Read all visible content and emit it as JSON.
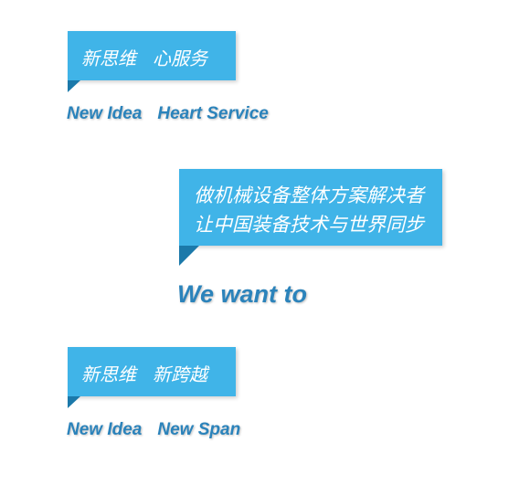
{
  "block1": {
    "cn_a": "新思维",
    "cn_b": "心服务",
    "en_a": "New Idea",
    "en_b": "Heart Service"
  },
  "block2": {
    "cn_line1": "做机械设备整体方案解决者",
    "cn_line2": "让中国装备技术与世界同步",
    "en": "We want to"
  },
  "block3": {
    "cn_a": "新思维",
    "cn_b": "新跨越",
    "en_a": "New Idea",
    "en_b": "New Span"
  },
  "colors": {
    "bubble": "#40b4e8",
    "tail": "#1b79aa",
    "english_text": "#2b83bb"
  }
}
